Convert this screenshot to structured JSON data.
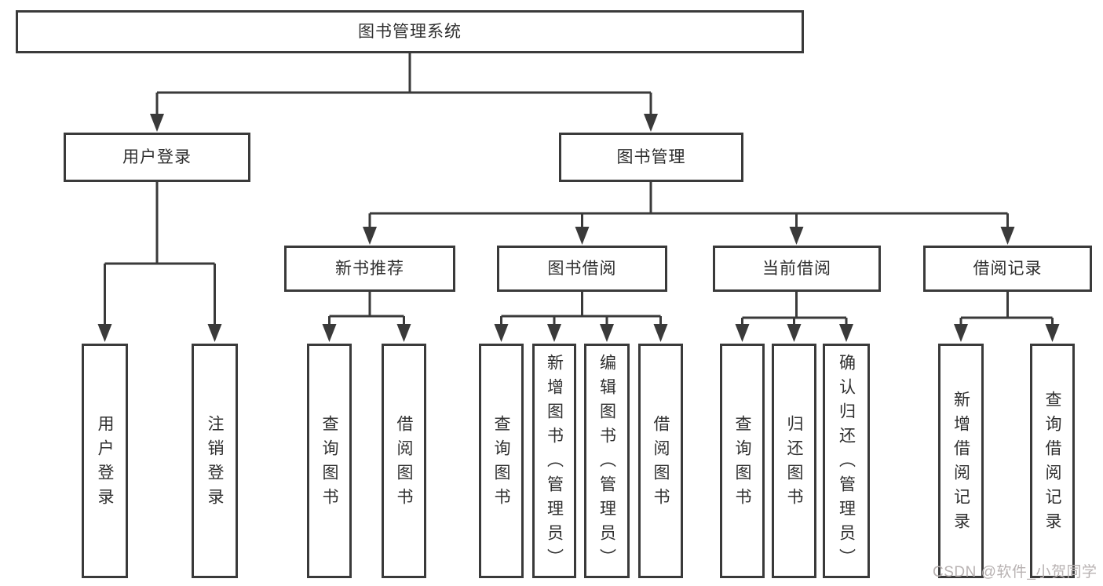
{
  "diagram": {
    "root": {
      "label": "图书管理系统"
    },
    "branches": [
      {
        "label": "用户登录",
        "children": [
          {
            "label": "用户登录"
          },
          {
            "label": "注销登录"
          }
        ]
      },
      {
        "label": "图书管理",
        "children": [
          {
            "label": "新书推荐",
            "children": [
              {
                "label": "查询图书"
              },
              {
                "label": "借阅图书"
              }
            ]
          },
          {
            "label": "图书借阅",
            "children": [
              {
                "label": "查询图书"
              },
              {
                "label": "新增图书（管理员）"
              },
              {
                "label": "编辑图书（管理员）"
              },
              {
                "label": "借阅图书"
              }
            ]
          },
          {
            "label": "当前借阅",
            "children": [
              {
                "label": "查询图书"
              },
              {
                "label": "归还图书"
              },
              {
                "label": "确认归还（管理员）"
              }
            ]
          },
          {
            "label": "借阅记录",
            "children": [
              {
                "label": "新增借阅记录"
              },
              {
                "label": "查询借阅记录"
              }
            ]
          }
        ]
      }
    ]
  },
  "watermark": {
    "text": "CSDN @软件_小贺同学"
  },
  "colors": {
    "line": "#3a3a3a",
    "text": "#2f2f2f",
    "watermark": "#b8b2b2",
    "background": "#ffffff"
  }
}
